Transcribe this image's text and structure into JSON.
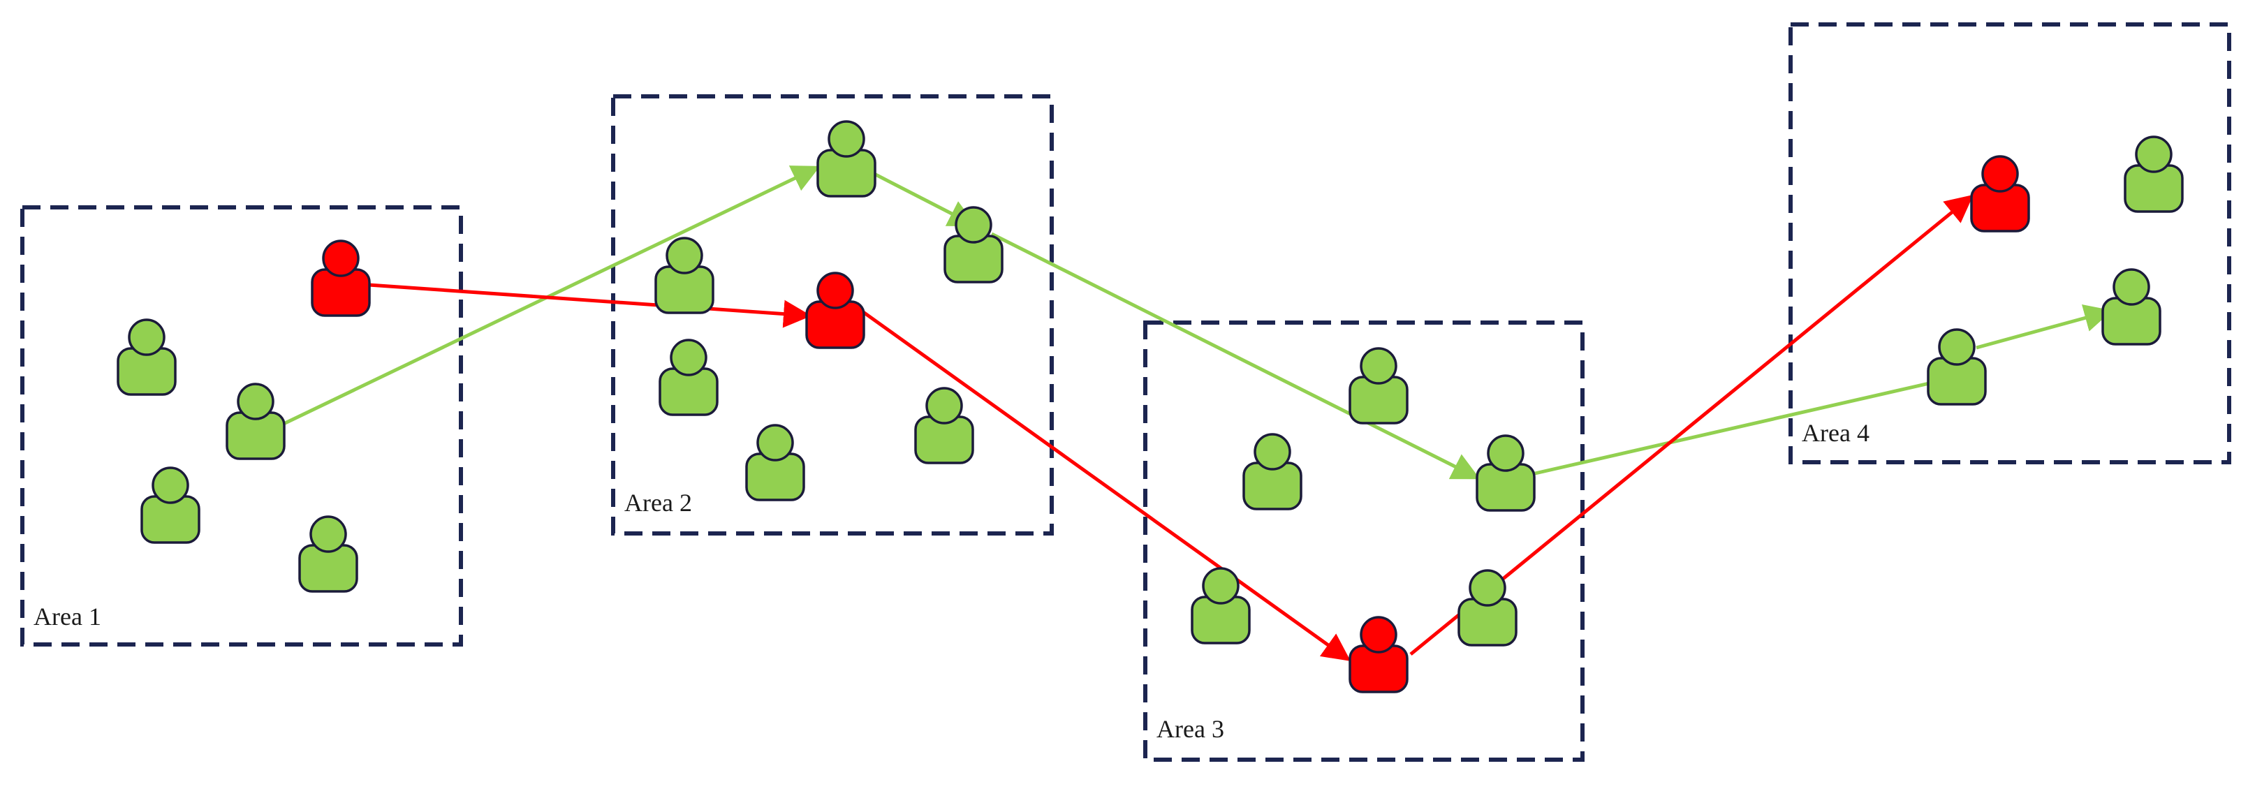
{
  "colors": {
    "area_border": "#1c2550",
    "person_normal": "#92d050",
    "person_highlighted": "#ff0000",
    "route_green": "#92d050",
    "route_red": "#ff0000"
  },
  "areas": [
    {
      "id": "area-1",
      "label": "Area 1"
    },
    {
      "id": "area-2",
      "label": "Area 2"
    },
    {
      "id": "area-3",
      "label": "Area 3"
    },
    {
      "id": "area-4",
      "label": "Area 4"
    }
  ],
  "people": [
    {
      "id": "p1",
      "area": "area-1",
      "kind": "normal"
    },
    {
      "id": "p2",
      "area": "area-1",
      "kind": "highlighted"
    },
    {
      "id": "p3",
      "area": "area-1",
      "kind": "normal"
    },
    {
      "id": "p4",
      "area": "area-1",
      "kind": "normal"
    },
    {
      "id": "p5",
      "area": "area-1",
      "kind": "normal"
    },
    {
      "id": "p6",
      "area": "area-2",
      "kind": "normal"
    },
    {
      "id": "p7",
      "area": "area-2",
      "kind": "normal"
    },
    {
      "id": "p8",
      "area": "area-2",
      "kind": "highlighted"
    },
    {
      "id": "p9",
      "area": "area-2",
      "kind": "normal"
    },
    {
      "id": "p10",
      "area": "area-2",
      "kind": "normal"
    },
    {
      "id": "p11",
      "area": "area-2",
      "kind": "normal"
    },
    {
      "id": "p12",
      "area": "area-2",
      "kind": "normal"
    },
    {
      "id": "p13",
      "area": "area-3",
      "kind": "normal"
    },
    {
      "id": "p14",
      "area": "area-3",
      "kind": "normal"
    },
    {
      "id": "p15",
      "area": "area-3",
      "kind": "normal"
    },
    {
      "id": "p16",
      "area": "area-3",
      "kind": "normal"
    },
    {
      "id": "p17",
      "area": "area-3",
      "kind": "normal"
    },
    {
      "id": "p18",
      "area": "area-3",
      "kind": "highlighted"
    },
    {
      "id": "p19",
      "area": "area-4",
      "kind": "highlighted"
    },
    {
      "id": "p20",
      "area": "area-4",
      "kind": "normal"
    },
    {
      "id": "p21",
      "area": "area-4",
      "kind": "normal"
    },
    {
      "id": "p22",
      "area": "area-4",
      "kind": "normal"
    }
  ],
  "routes": [
    {
      "id": "green-route",
      "color": "green",
      "stops": [
        "p3",
        "p9",
        "p10",
        "p17",
        "p21",
        "p22"
      ]
    },
    {
      "id": "red-route",
      "color": "red",
      "stops": [
        "p2",
        "p8",
        "p18",
        "p19"
      ]
    }
  ]
}
